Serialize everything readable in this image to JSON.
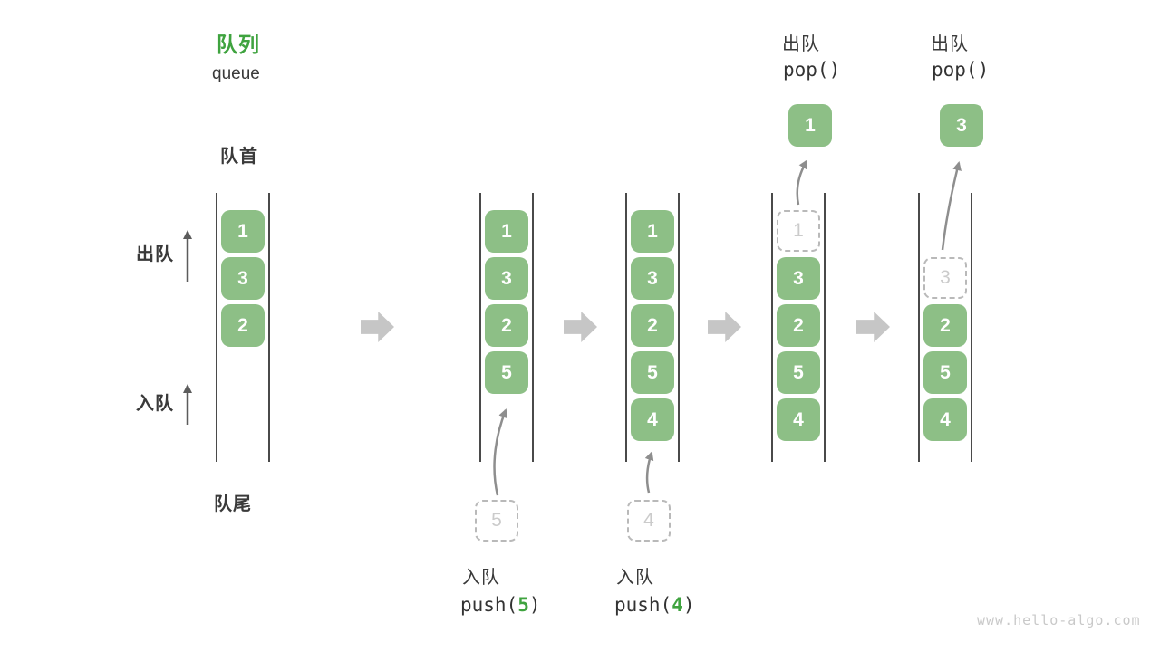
{
  "title": {
    "zh": "队列",
    "en": "queue"
  },
  "side_labels": {
    "front": "队首",
    "rear": "队尾",
    "dequeue": "出队",
    "enqueue": "入队"
  },
  "columns": [
    {
      "boxes": [
        {
          "v": "1"
        },
        {
          "v": "3"
        },
        {
          "v": "2"
        }
      ]
    },
    {
      "boxes": [
        {
          "v": "1"
        },
        {
          "v": "3"
        },
        {
          "v": "2"
        },
        {
          "v": "5"
        }
      ]
    },
    {
      "boxes": [
        {
          "v": "1"
        },
        {
          "v": "3"
        },
        {
          "v": "2"
        },
        {
          "v": "5"
        },
        {
          "v": "4"
        }
      ]
    },
    {
      "boxes": [
        {
          "v": "1",
          "dashed": true
        },
        {
          "v": "3"
        },
        {
          "v": "2"
        },
        {
          "v": "5"
        },
        {
          "v": "4"
        }
      ]
    },
    {
      "boxes": [
        {
          "v": "3",
          "dashed": true
        },
        {
          "v": "2"
        },
        {
          "v": "5"
        },
        {
          "v": "4"
        }
      ]
    }
  ],
  "pending_items": [
    "5",
    "4"
  ],
  "popped_items": [
    "1",
    "3"
  ],
  "push_ops": [
    {
      "label": "入队",
      "prefix": "push(",
      "arg": "5",
      "suffix": ")"
    },
    {
      "label": "入队",
      "prefix": "push(",
      "arg": "4",
      "suffix": ")"
    }
  ],
  "pop_ops": [
    {
      "label": "出队",
      "code": "pop()"
    },
    {
      "label": "出队",
      "code": "pop()"
    }
  ],
  "watermark": {
    "text": "www.hello-algo.com"
  },
  "colors": {
    "box_green": "#8dbf86",
    "accent_green": "#3fa33f",
    "text_dark": "#3a3a3a",
    "muted_gray": "#cbcbcb",
    "block_arrow_gray": "#c6c6c6",
    "thin_arrow_gray": "#8e8e8e",
    "wall_dark": "#4a4a4a"
  }
}
